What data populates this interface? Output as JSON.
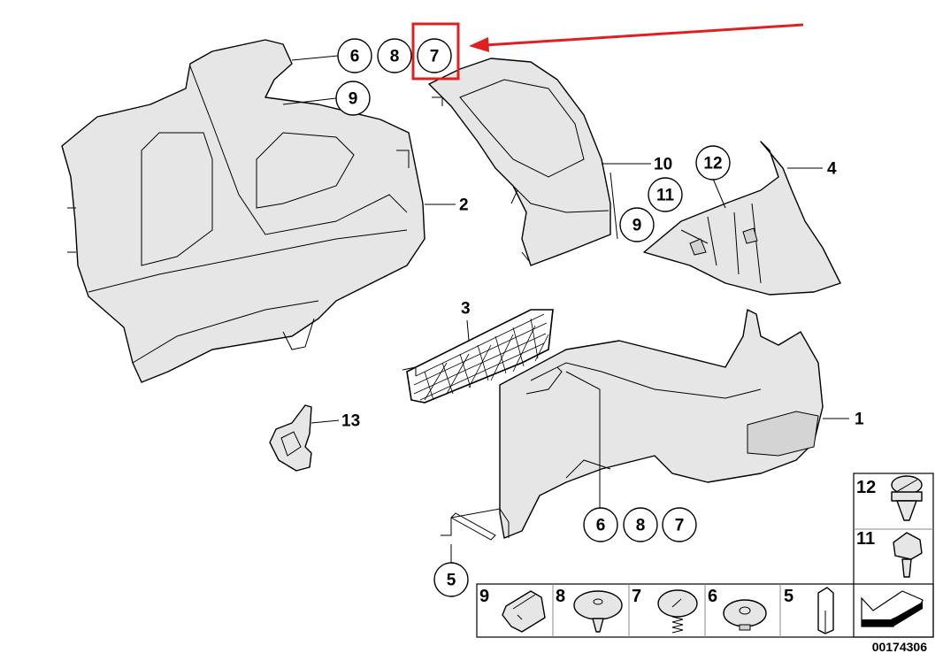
{
  "diagram": {
    "top_callouts": {
      "a": "6",
      "b": "8",
      "c": "7"
    },
    "highlighted_callout": "7",
    "highlight_color": "#e02020",
    "callout_9_top": "9",
    "callout_10": "10",
    "callout_12": "12",
    "callout_4": "4",
    "callout_11": "11",
    "callout_9_mid": "9",
    "callout_2": "2",
    "callout_3": "3",
    "callout_13": "13",
    "callout_1": "1",
    "bottom_callouts": {
      "a": "6",
      "b": "8",
      "c": "7"
    },
    "callout_5": "5"
  },
  "parts_table": {
    "bottom_row": [
      "9",
      "8",
      "7",
      "6",
      "5"
    ],
    "right_column": [
      "12",
      "11"
    ]
  },
  "diagram_id": "00174306"
}
